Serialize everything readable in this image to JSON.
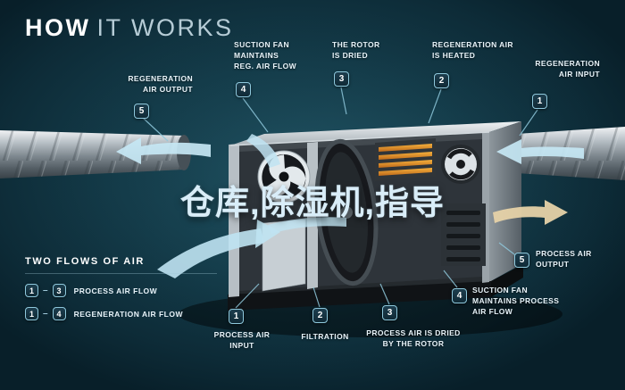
{
  "title": {
    "bold": "HOW",
    "light": "IT WORKS"
  },
  "watermark": "仓库,除湿机,指导",
  "callouts": {
    "reg_air_output": {
      "num": "5",
      "label": "REGENERATION\nAIR OUTPUT"
    },
    "suction_fan_reg": {
      "num": "4",
      "label": "SUCTION FAN\nMAINTAINS\nREG. AIR FLOW"
    },
    "rotor_dried": {
      "num": "3",
      "label": "THE ROTOR\nIS DRIED"
    },
    "reg_heated": {
      "num": "2",
      "label": "REGENERATION AIR\nIS HEATED"
    },
    "reg_input": {
      "num": "1",
      "label": "REGENERATION\nAIR INPUT"
    },
    "process_output": {
      "num": "5",
      "label": "PROCESS AIR\nOUTPUT"
    },
    "suction_fan_process": {
      "num": "4",
      "label": "SUCTION FAN\nMAINTAINS PROCESS\nAIR FLOW"
    },
    "process_dried": {
      "num": "3",
      "label": "PROCESS AIR IS DRIED\nBY THE ROTOR"
    },
    "filtration": {
      "num": "2",
      "label": "FILTRATION"
    },
    "process_input": {
      "num": "1",
      "label": "PROCESS AIR\nINPUT"
    }
  },
  "legend": {
    "heading": "TWO FLOWS OF AIR",
    "separator": "–",
    "rows": [
      {
        "from": "1",
        "to": "3",
        "label": "PROCESS AIR FLOW"
      },
      {
        "from": "1",
        "to": "4",
        "label": "REGENERATION AIR FLOW"
      }
    ]
  },
  "colors": {
    "background": "#0d2a35",
    "accent_blue": "#bfe3f2",
    "heater_orange": "#e8912c",
    "output_tan": "#e6d2a8",
    "badge_border": "#8fc9dd"
  }
}
